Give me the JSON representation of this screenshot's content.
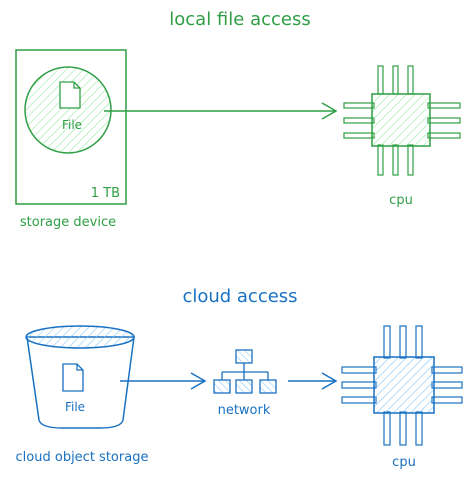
{
  "colors": {
    "local": "#2f9e44",
    "local_fill": "#d3f9d8",
    "cloud": "#1971c2",
    "cloud_fill": "#a5d8ff"
  },
  "local_section": {
    "title": "local file access",
    "file_label": "File",
    "capacity": "1 TB",
    "storage_label": "storage device",
    "cpu_label": "cpu"
  },
  "cloud_section": {
    "title": "cloud access",
    "file_label": "File",
    "storage_label": "cloud object storage",
    "network_label": "network",
    "cpu_label": "cpu"
  },
  "icons": [
    "document-icon",
    "cpu-chip-icon",
    "bucket-icon",
    "network-icon",
    "arrow-icon"
  ]
}
